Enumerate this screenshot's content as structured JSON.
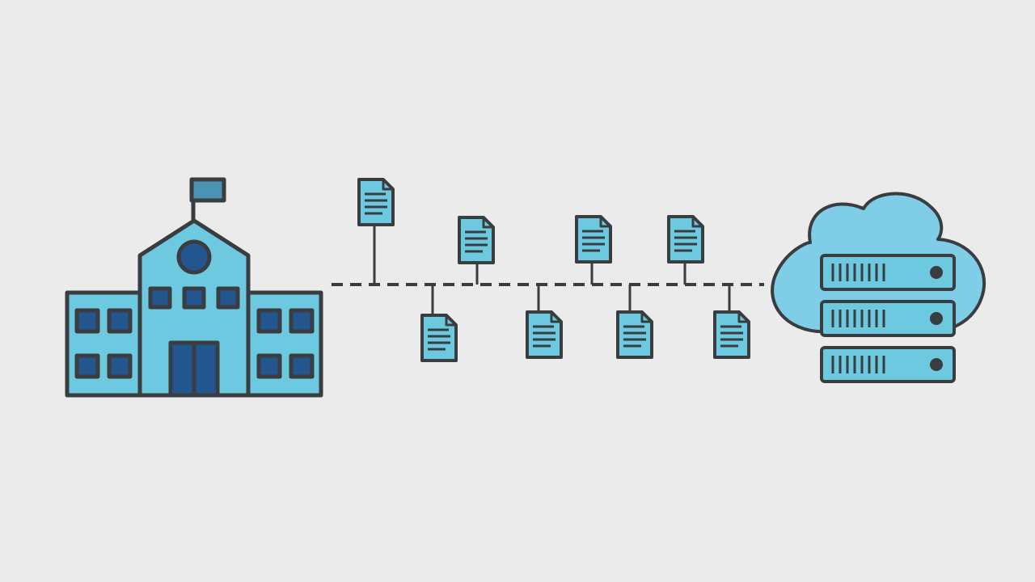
{
  "palette": {
    "background": "#ebebeb",
    "outline": "#3a3d40",
    "fill_light": "#6dc9df",
    "fill_window": "#23568f",
    "flag": "#4b93b3",
    "connector": "#3a3d40",
    "cloud": "#7fcde6"
  },
  "diagram": {
    "source": {
      "icon": "school-building-icon"
    },
    "destination": {
      "icon": "cloud-server-icon",
      "server_units": 3
    },
    "connector": {
      "style": "dashed"
    },
    "documents": [
      {
        "icon": "document-icon",
        "side": "above"
      },
      {
        "icon": "document-icon",
        "side": "below"
      },
      {
        "icon": "document-icon",
        "side": "above"
      },
      {
        "icon": "document-icon",
        "side": "below"
      },
      {
        "icon": "document-icon",
        "side": "above"
      },
      {
        "icon": "document-icon",
        "side": "below"
      },
      {
        "icon": "document-icon",
        "side": "above"
      },
      {
        "icon": "document-icon",
        "side": "below"
      }
    ]
  }
}
